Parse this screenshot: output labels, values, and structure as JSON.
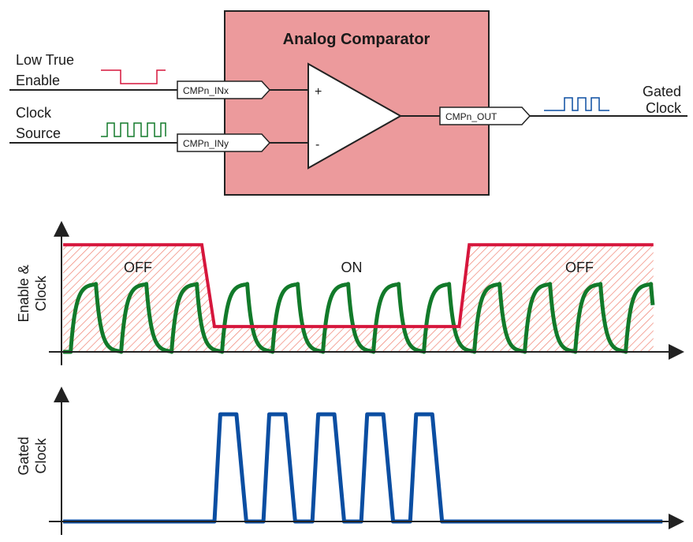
{
  "block": {
    "title": "Analog Comparator",
    "fill_color": "#ec9a9c",
    "plus_sign": "+",
    "minus_sign": "-",
    "ports": {
      "in_x": "CMPn_INx",
      "in_y": "CMPn_INy",
      "out": "CMPn_OUT"
    }
  },
  "inputs": {
    "enable_line1": "Low True",
    "enable_line2": "Enable",
    "clock_line1": "Clock",
    "clock_line2": "Source"
  },
  "output": {
    "line1": "Gated",
    "line2": "Clock"
  },
  "colors": {
    "enable": "#d6163c",
    "clock": "#127a2a",
    "gated": "#0b4ea2",
    "hatch": "#f08070",
    "axis": "#222222"
  },
  "chart_data": [
    {
      "type": "line",
      "title": "",
      "ylabel_line1": "Enable &",
      "ylabel_line2": "Clock",
      "xlabel": "",
      "annotations": [
        "OFF",
        "ON",
        "OFF"
      ],
      "x_range": [
        0,
        12
      ],
      "y_range": [
        0,
        1
      ],
      "series": [
        {
          "name": "Enable",
          "points": [
            [
              0,
              0.93
            ],
            [
              2.75,
              0.93
            ],
            [
              3.0,
              0.22
            ],
            [
              7.85,
              0.22
            ],
            [
              8.05,
              0.93
            ],
            [
              11.7,
              0.93
            ]
          ]
        },
        {
          "name": "Clock",
          "period": 1.0,
          "cycles_visible": 11.5,
          "high": 0.59,
          "low": 0.0
        }
      ]
    },
    {
      "type": "line",
      "title": "",
      "ylabel_line1": "Gated",
      "ylabel_line2": "Clock",
      "xlabel": "",
      "x_range": [
        0,
        12
      ],
      "y_range": [
        0,
        1
      ],
      "series": [
        {
          "name": "Gated Clock",
          "pulses": 5,
          "high": 0.9,
          "low": 0.0,
          "gate_start": 3.0,
          "gate_end": 7.85
        }
      ]
    }
  ]
}
